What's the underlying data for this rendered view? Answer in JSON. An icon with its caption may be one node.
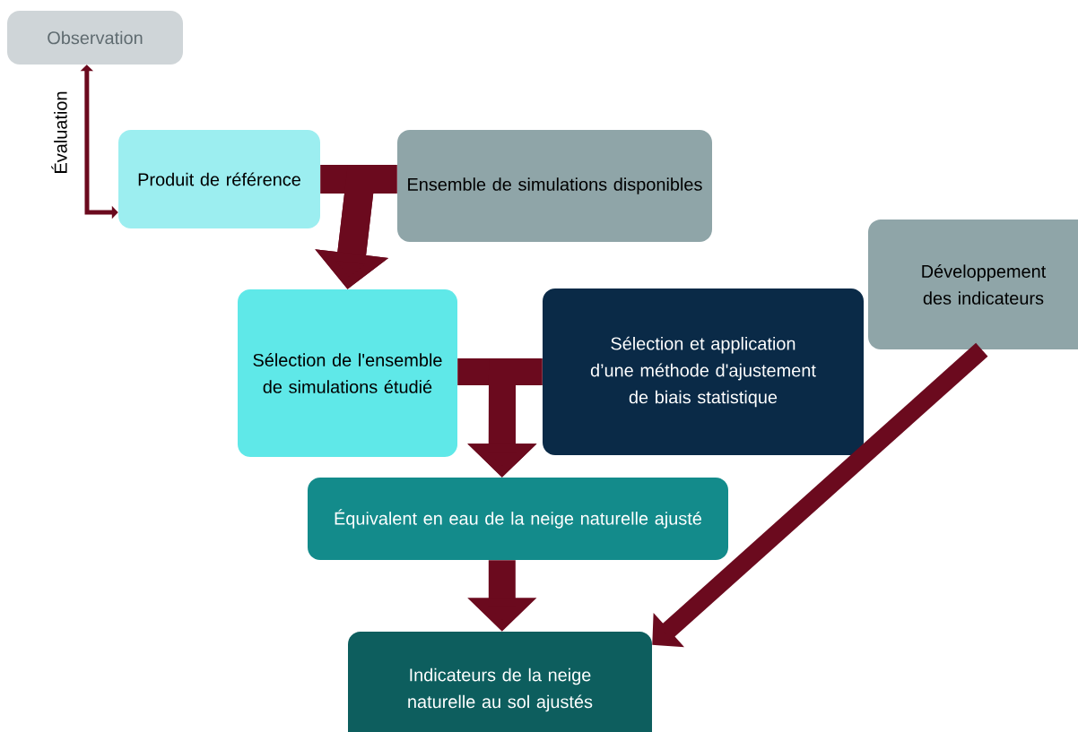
{
  "diagram": {
    "nodes": [
      {
        "text": [
          "Observation"
        ]
      },
      {
        "text": [
          "Produit de référence"
        ]
      },
      {
        "text": [
          "Ensemble de simulations disponibles"
        ]
      },
      {
        "text": [
          "Sélection de l'ensemble de simulations étudié"
        ]
      },
      {
        "text": [
          "Sélection et application d’une méthode d'ajustement de biais statistique"
        ]
      },
      {
        "text": [
          "Développement des indicateurs"
        ]
      },
      {
        "text": [
          "Équivalent en eau de la neige naturelle ajusté"
        ]
      },
      {
        "text": [
          "Indicateurs de la neige naturelle au sol ajustés"
        ]
      }
    ],
    "edges": [
      {
        "from": 0,
        "to": 1,
        "arrow": "both",
        "label": "Évaluation"
      },
      {
        "from": 1,
        "to": 3,
        "arrow": "to"
      },
      {
        "from": 2,
        "to": 3,
        "arrow": "to"
      },
      {
        "from": 3,
        "to": 6,
        "arrow": "to"
      },
      {
        "from": 4,
        "to": 6,
        "arrow": "to"
      },
      {
        "from": 6,
        "to": 7,
        "arrow": "to"
      },
      {
        "from": 5,
        "to": 7,
        "arrow": "to"
      }
    ]
  }
}
